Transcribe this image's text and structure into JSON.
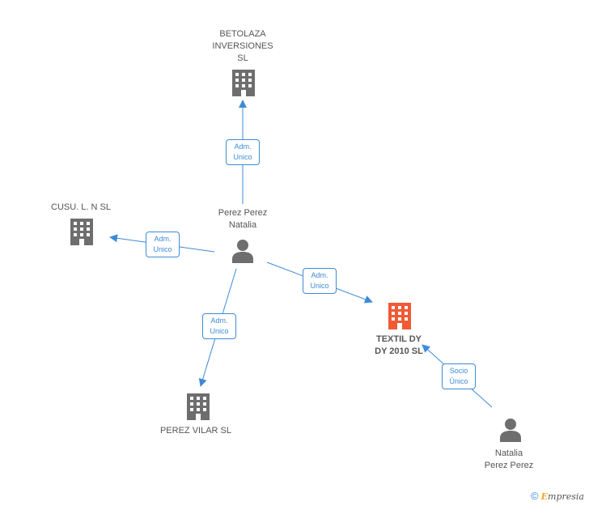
{
  "nodes": {
    "betolaza": {
      "label_lines": [
        "BETOLAZA",
        "INVERSIONES",
        "SL"
      ],
      "icon": "building-icon",
      "color": "#6e6e6e"
    },
    "cusu": {
      "label_lines": [
        "CUSU.  L. N SL"
      ],
      "icon": "building-icon",
      "color": "#6e6e6e"
    },
    "perez_natalia": {
      "label_lines": [
        "Perez Perez",
        "Natalia"
      ],
      "icon": "person-icon",
      "color": "#6e6e6e"
    },
    "textil": {
      "label_lines": [
        "TEXTIL DY",
        "DY 2010 SL"
      ],
      "icon": "building-icon",
      "color": "#f05a34"
    },
    "perez_vilar": {
      "label_lines": [
        "PEREZ VILAR SL"
      ],
      "icon": "building-icon",
      "color": "#6e6e6e"
    },
    "natalia_perez": {
      "label_lines": [
        "Natalia",
        "Perez Perez"
      ],
      "icon": "person-icon",
      "color": "#6e6e6e"
    }
  },
  "edges": {
    "to_betolaza": [
      "Adm.",
      "Unico"
    ],
    "to_cusu": [
      "Adm.",
      "Unico"
    ],
    "to_textil": [
      "Adm.",
      "Unico"
    ],
    "to_perez_vilar": [
      "Adm.",
      "Unico"
    ],
    "socio_textil": [
      "Socio",
      "Único"
    ]
  },
  "edge_color": "#3d8bd6",
  "footer": {
    "copyright": "©",
    "brand_initial": "E",
    "brand_rest": "mpresia"
  }
}
